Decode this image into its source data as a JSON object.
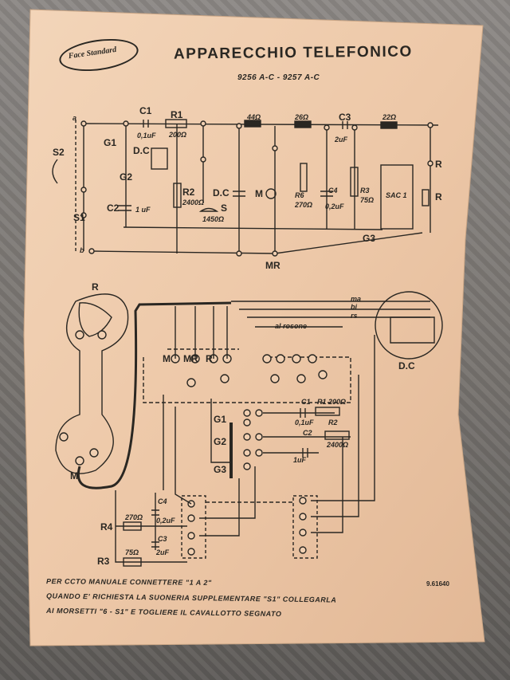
{
  "document": {
    "brand": "Face Standard",
    "title": "APPARECCHIO TELEFONICO",
    "models": "9256 A-C - 9257 A-C",
    "notes": [
      "PER CCTO MANUALE CONNETTERE \"1 A 2\"",
      "QUANDO E' RICHIESTA LA SUONERIA SUPPLEMENTARE \"S1\" COLLEGARLA",
      "AI MORSETTI \"6 - S1\" E TOGLIERE IL CAVALLOTTO SEGNATO"
    ],
    "ref": "9.61640"
  },
  "top_circuit": {
    "labels": {
      "S2": "S2",
      "S1": "S1",
      "G1": "G1",
      "G2": "G2",
      "C2": "C2",
      "C2v": "1 uF",
      "C1": "C1",
      "C1v": "0,1uF",
      "R1": "R1",
      "R1v": "200Ω",
      "DC": "D.C",
      "DC2": "D.C",
      "R2": "R2",
      "R2v": "2400Ω",
      "S": "S",
      "Sv": "1450Ω",
      "M": "M",
      "R6": "R6",
      "R6v": "270Ω",
      "C4": "C4",
      "C4v": "0,2uF",
      "C3": "C3",
      "C3v": "2uF",
      "R3": "R3",
      "R3v": "75Ω",
      "G3": "G3",
      "RL": "R",
      "Rt": "R",
      "R44": "44Ω",
      "R26": "26Ω",
      "R22": "22Ω",
      "Box": "SAC 1",
      "MR": "MR",
      "b": "b",
      "a": "a"
    }
  },
  "bottom_circuit": {
    "labels": {
      "Hset": "R",
      "HsetM": "M",
      "DC": "D.C",
      "rosone": "al rosone",
      "ma": "ma",
      "bi": "bi",
      "rs": "rs",
      "G1": "G1",
      "G2": "G2",
      "G3": "G3",
      "C1": "C1",
      "C1v": "0,1uF",
      "R1": "R1 200Ω",
      "R2": "R2",
      "R2v": "2400Ω",
      "C2": "C2",
      "C2v": "1uF",
      "C4": "C4",
      "C4v": "0,2uF",
      "C3": "C3",
      "C3v": "2uF",
      "R4": "R4",
      "R4v": "270Ω",
      "R3": "R3",
      "R3v": "75Ω",
      "M": "M",
      "MR": "MR",
      "R": "R"
    }
  }
}
